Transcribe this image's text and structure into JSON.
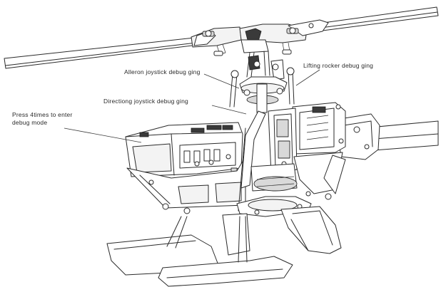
{
  "labels": {
    "aileron": "Alleron joystick debug ging",
    "lifting": "Lifting rocker debug ging",
    "direction": "Directiong joystick debug ging",
    "press": "Press 4times to enter debug mode"
  },
  "colors": {
    "line": "#2b2b2b",
    "background": "#ffffff"
  }
}
